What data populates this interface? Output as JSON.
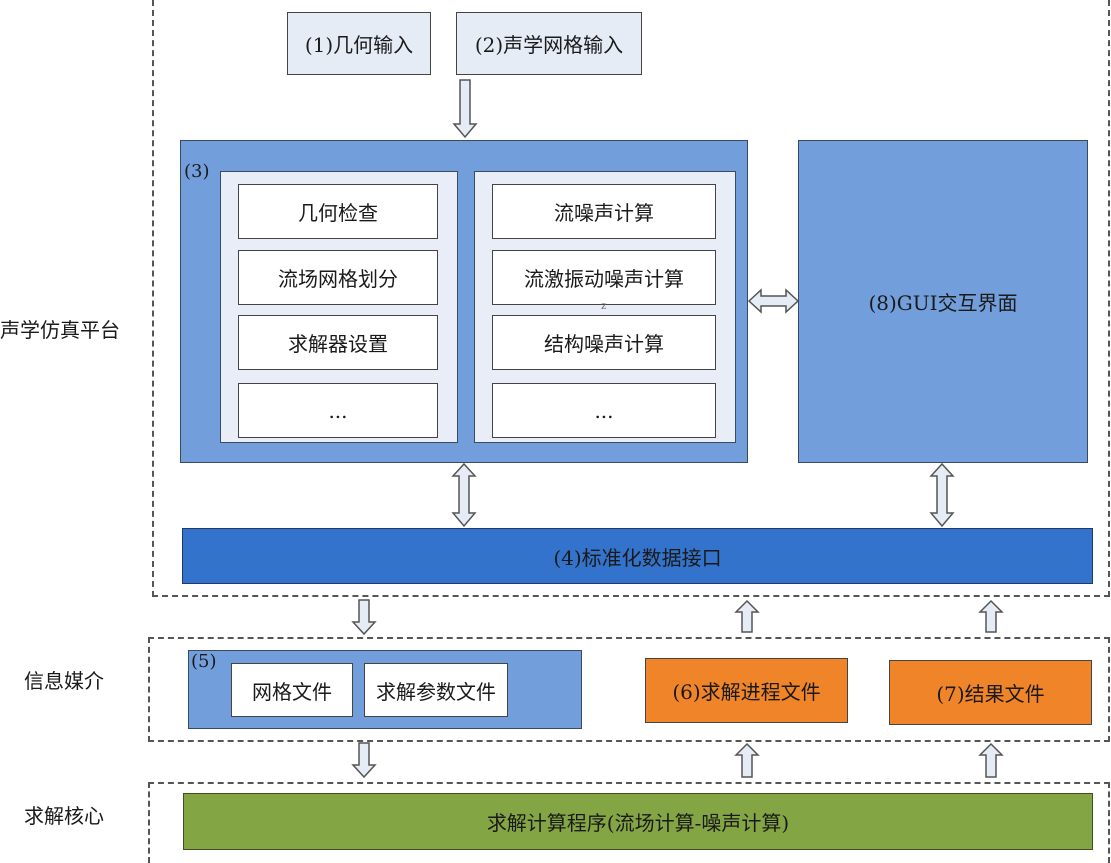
{
  "layers": {
    "platform": "声学仿真平台",
    "medium": "信息媒介",
    "core": "求解核心"
  },
  "inputs": {
    "geometry": "(1)几何输入",
    "acoustic_mesh": "(2)声学网格输入"
  },
  "module3": {
    "tag": "(3)",
    "left_items": [
      "几何检查",
      "流场网格划分",
      "求解器设置",
      "..."
    ],
    "right_items": [
      "流噪声计算",
      "流激振动噪声计算",
      "结构噪声计算",
      "..."
    ],
    "stray_mark": "z"
  },
  "gui": {
    "label": "(8)GUI交互界面"
  },
  "interface": {
    "label": "(4)标准化数据接口"
  },
  "module5": {
    "tag": "(5)",
    "items": [
      "网格文件",
      "求解参数文件"
    ]
  },
  "process_file": "(6)求解进程文件",
  "result_file": "(7)结果文件",
  "solver": "求解计算程序(流场计算-噪声计算)"
}
